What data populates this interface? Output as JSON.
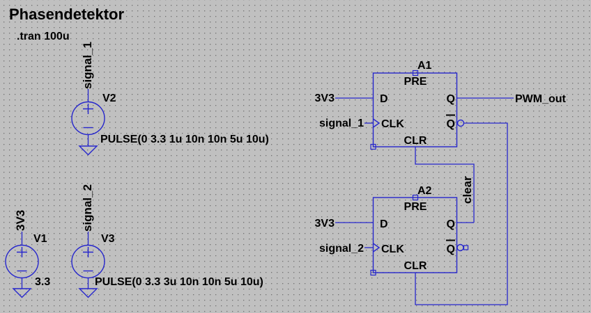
{
  "title": "Phasendetektor",
  "spice_directive": ".tran 100u",
  "colors": {
    "background": "#c0c0c0",
    "grid_dot": "#6f6f6f",
    "wire": "#2626cc",
    "text": "#000000",
    "title": "#2121de"
  },
  "sources": {
    "v2": {
      "name": "V2",
      "net_label": "signal_1",
      "value": "PULSE(0 3.3 1u 10n 10n 5u 10u)"
    },
    "v1": {
      "name": "V1",
      "net_label": "3V3",
      "value": "3.3"
    },
    "v3": {
      "name": "V3",
      "net_label": "signal_2",
      "value": "PULSE(0 3.3 3u 10n 10n 5u 10u)"
    }
  },
  "flipflops": {
    "a1": {
      "name": "A1",
      "pin_pre": "PRE",
      "pin_d": "D",
      "pin_clk": "CLK",
      "pin_clr": "CLR",
      "pin_q": "Q",
      "pin_qbar": "Q",
      "d_net": "3V3",
      "clk_net": "signal_1",
      "q_net": "PWM_out"
    },
    "a2": {
      "name": "A2",
      "pin_pre": "PRE",
      "pin_d": "D",
      "pin_clk": "CLK",
      "pin_clr": "CLR",
      "pin_q": "Q",
      "pin_qbar": "Q",
      "d_net": "3V3",
      "clk_net": "signal_2"
    }
  },
  "nets": {
    "clear": "clear"
  }
}
